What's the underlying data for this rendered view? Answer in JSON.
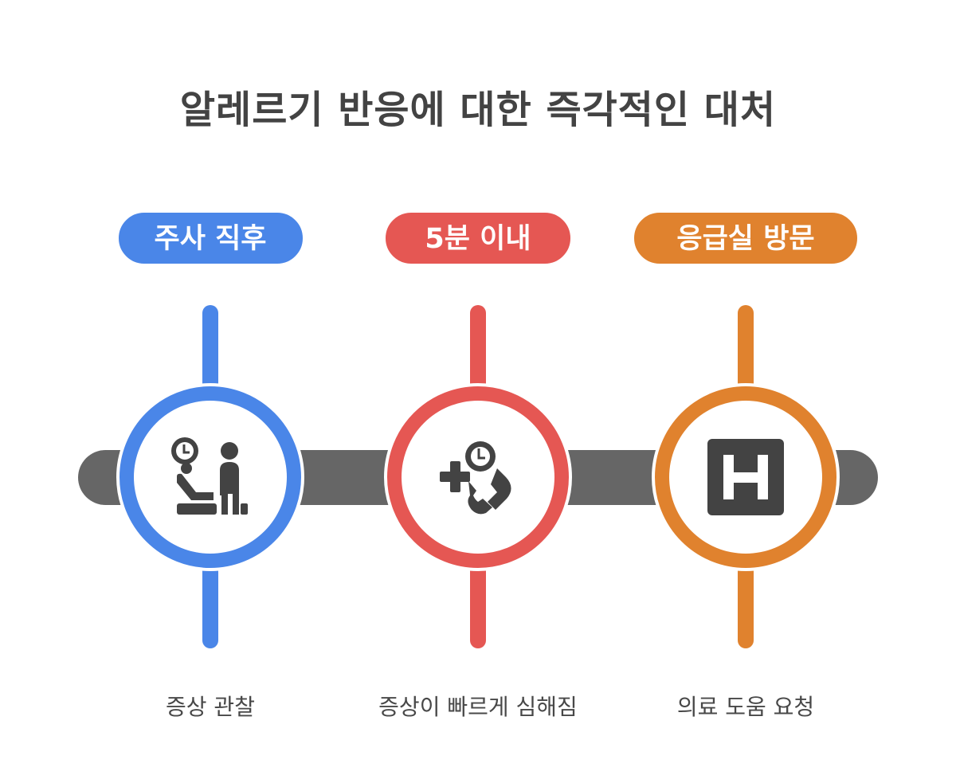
{
  "title": "알레르기 반응에 대한 즉각적인 대처",
  "steps": [
    {
      "label": "주사 직후",
      "description": "증상 관찰",
      "color": "#4A86E8",
      "icon": "patient-observation-icon"
    },
    {
      "label": "5분 이내",
      "description": "증상이 빠르게 심해짐",
      "color": "#E55753",
      "icon": "emergency-call-icon"
    },
    {
      "label": "응급실 방문",
      "description": "의료 도움 요청",
      "color": "#E0822E",
      "icon": "hospital-icon"
    }
  ],
  "colors": {
    "track": "#666666",
    "icon": "#434343",
    "title": "#434343",
    "caption": "#484848"
  }
}
